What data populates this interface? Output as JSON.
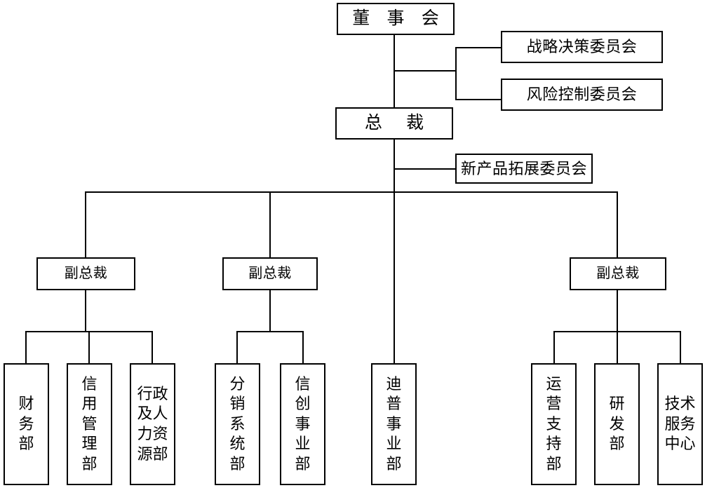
{
  "chart_data": {
    "type": "diagram",
    "subtype": "organizational-chart",
    "orientation": "top-down",
    "language": "zh-CN",
    "title": "",
    "colors": {
      "background": "#ffffff",
      "line": "#000000",
      "box_border": "#000000",
      "box_fill": "#ffffff",
      "text": "#000000"
    },
    "nodes": [
      {
        "id": "board",
        "label": "董 事 会",
        "level": 0,
        "parent": null
      },
      {
        "id": "strategy",
        "label": "战略决策委员会",
        "level": 1,
        "parent": "board"
      },
      {
        "id": "risk",
        "label": "风险控制委员会",
        "level": 1,
        "parent": "board"
      },
      {
        "id": "president",
        "label": "总  裁",
        "level": 1,
        "parent": "board"
      },
      {
        "id": "newproduct",
        "label": "新产品拓展委员会",
        "level": 2,
        "parent": "president"
      },
      {
        "id": "vp1",
        "label": "副总裁",
        "level": 2,
        "parent": "president"
      },
      {
        "id": "vp2",
        "label": "副总裁",
        "level": 2,
        "parent": "president"
      },
      {
        "id": "vp3",
        "label": "副总裁",
        "level": 2,
        "parent": "president"
      },
      {
        "id": "finance",
        "label": "财务部",
        "level": 3,
        "parent": "vp1"
      },
      {
        "id": "credit",
        "label": "信用管理部",
        "level": 3,
        "parent": "vp1"
      },
      {
        "id": "adminhr",
        "label": "行政及人力资源部",
        "level": 3,
        "parent": "vp1"
      },
      {
        "id": "distrib",
        "label": "分销系统部",
        "level": 3,
        "parent": "vp2"
      },
      {
        "id": "xinchuang",
        "label": "信创事业部",
        "level": 3,
        "parent": "vp2"
      },
      {
        "id": "dptech",
        "label": "迪普事业部",
        "level": 3,
        "parent": "president"
      },
      {
        "id": "opsupport",
        "label": "运营支持部",
        "level": 3,
        "parent": "vp3"
      },
      {
        "id": "rnd",
        "label": "研发部",
        "level": 3,
        "parent": "vp3"
      },
      {
        "id": "techsvc",
        "label": "技术服务中心",
        "level": 3,
        "parent": "vp3"
      }
    ]
  },
  "board": {
    "label": "董 事 会"
  },
  "president": {
    "label": "总  裁"
  },
  "committees": {
    "strategy": {
      "label": "战略决策委员会"
    },
    "risk": {
      "label": "风险控制委员会"
    },
    "new_product": {
      "label": "新产品拓展委员会"
    }
  },
  "vps": {
    "vp1": {
      "label": "副总裁"
    },
    "vp2": {
      "label": "副总裁"
    },
    "vp3": {
      "label": "副总裁"
    }
  },
  "departments": {
    "finance": {
      "label": "财务部",
      "lines": [
        "财",
        "务",
        "部"
      ]
    },
    "credit": {
      "label": "信用管理部",
      "lines": [
        "信",
        "用",
        "管",
        "理",
        "部"
      ]
    },
    "adminhr": {
      "label": "行政及人力资源部",
      "lines": [
        "行政",
        "及人",
        "力资",
        "源部"
      ]
    },
    "distrib": {
      "label": "分销系统部",
      "lines": [
        "分",
        "销",
        "系",
        "统",
        "部"
      ]
    },
    "xinchuang": {
      "label": "信创事业部",
      "lines": [
        "信",
        "创",
        "事",
        "业",
        "部"
      ]
    },
    "dptech": {
      "label": "迪普事业部",
      "lines": [
        "迪",
        "普",
        "事",
        "业",
        "部"
      ]
    },
    "opsupport": {
      "label": "运营支持部",
      "lines": [
        "运",
        "营",
        "支",
        "持",
        "部"
      ]
    },
    "rnd": {
      "label": "研发部",
      "lines": [
        "研",
        "发",
        "部"
      ]
    },
    "techsvc": {
      "label": "技术服务中心",
      "lines": [
        "技术",
        "服务",
        "中心"
      ]
    }
  }
}
